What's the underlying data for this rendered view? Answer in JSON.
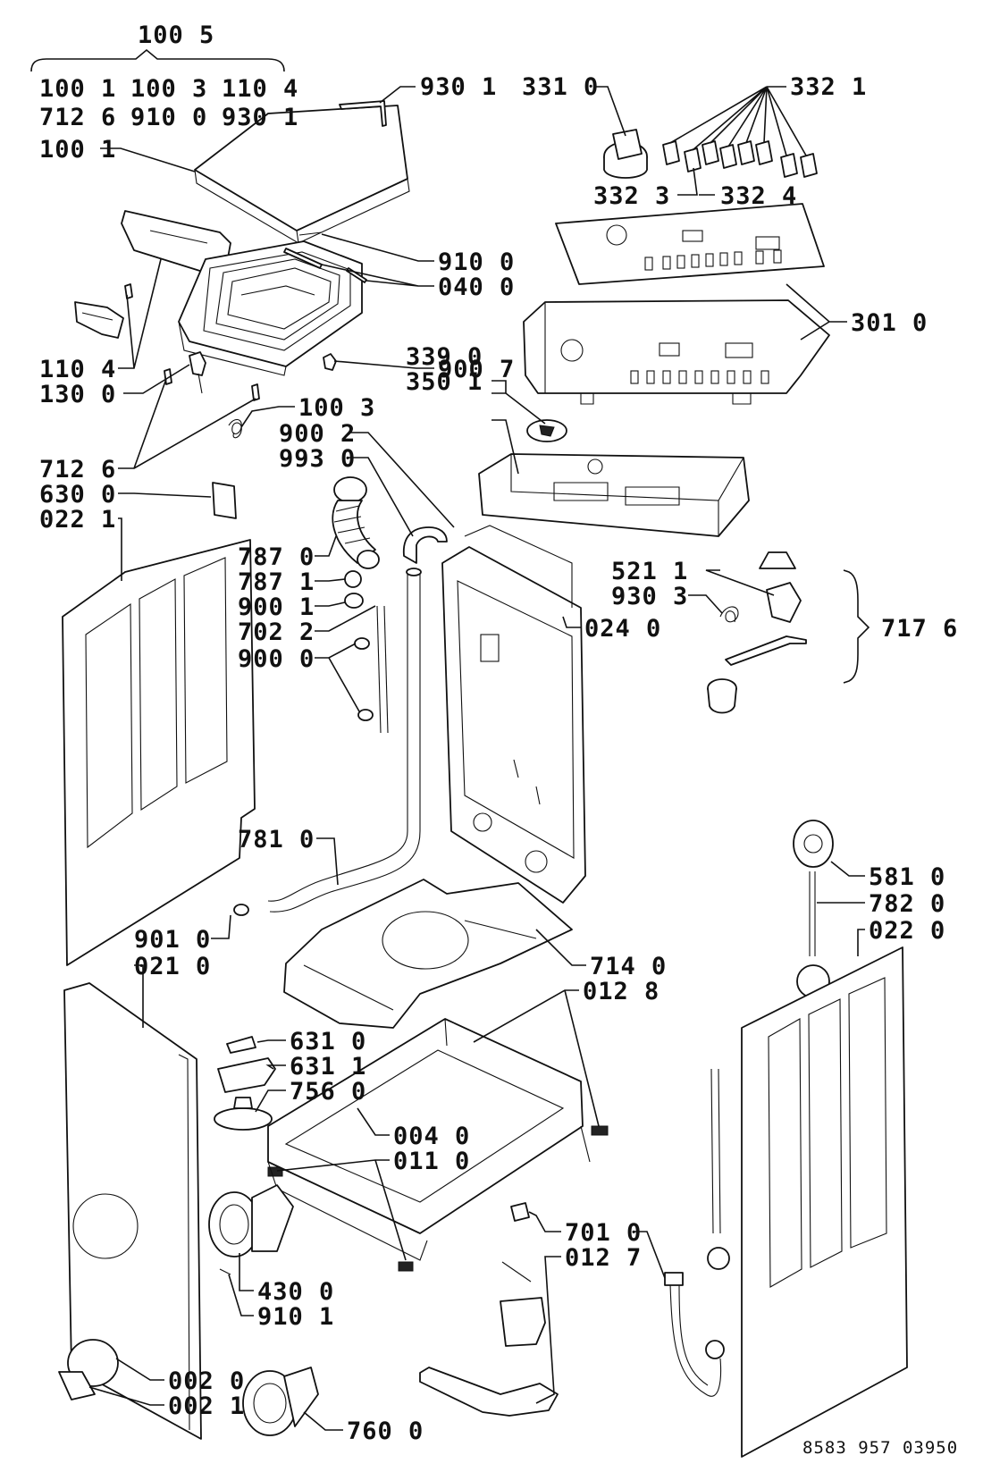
{
  "drawing_ref": "8583 957 03950",
  "labels": {
    "l1005": "100 5",
    "l1001a": "100 1",
    "l1003a": "100 3",
    "l1104a": "110 4",
    "l7126a": "712 6",
    "l9100a": "910 0",
    "l9301a": "930 1",
    "l9301b": "930 1",
    "l3310": "331 0",
    "l3321": "332 1",
    "l1001b": "100 1",
    "l3323": "332 3",
    "l3324": "332 4",
    "l9100b": "910 0",
    "l0400": "040 0",
    "l3010": "301 0",
    "l1104b": "110 4",
    "l1300": "130 0",
    "l9007": "900 7",
    "l3390": "339 0",
    "l3501": "350 1",
    "l1003b": "100 3",
    "l9002": "900 2",
    "l9930": "993 0",
    "l7126b": "712 6",
    "l6300": "630 0",
    "l0221": "022 1",
    "l7870": "787 0",
    "l7871": "787 1",
    "l9001": "900 1",
    "l7022": "702 2",
    "l9000": "900 0",
    "l5211": "521 1",
    "l9303": "930 3",
    "l0240": "024 0",
    "l7176": "717 6",
    "l7810": "781 0",
    "l5810": "581 0",
    "l7820": "782 0",
    "l0220": "022 0",
    "l9010": "901 0",
    "l0210": "021 0",
    "l7140": "714 0",
    "l0128": "012 8",
    "l6310": "631 0",
    "l6311": "631 1",
    "l7560": "756 0",
    "l0040": "004 0",
    "l0110": "011 0",
    "l7010": "701 0",
    "l0127": "012 7",
    "l4300": "430 0",
    "l9101": "910 1",
    "l0020": "002 0",
    "l0021": "002 1",
    "l7600": "760 0"
  }
}
